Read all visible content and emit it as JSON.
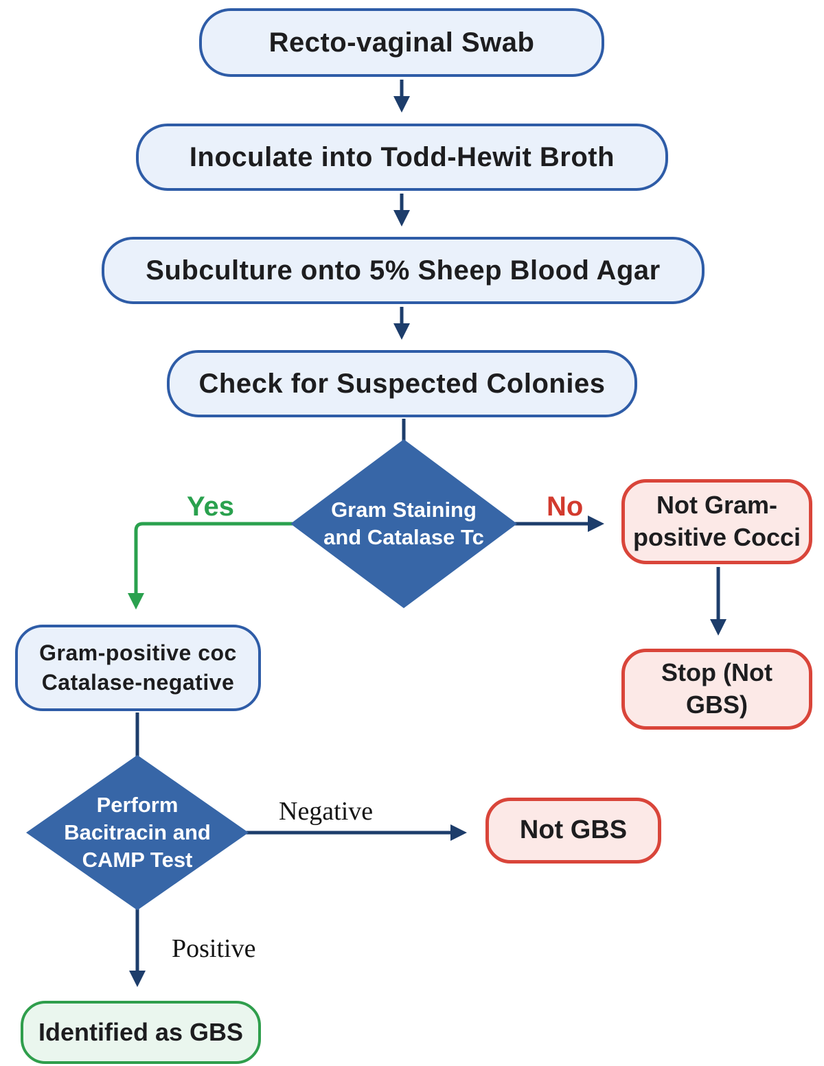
{
  "nodes": {
    "swab": {
      "label": "Recto-vaginal Swab"
    },
    "broth": {
      "label": "Inoculate into Todd-Hewit Broth"
    },
    "agar": {
      "label": "Subculture onto 5% Sheep Blood Agar"
    },
    "colonies": {
      "label": "Check for Suspected Colonies"
    },
    "gram_diamond": {
      "line1": "Gram Staining",
      "line2": "and Catalase Tc"
    },
    "gram_positive": {
      "line1": "Gram-positive coc",
      "line2": "Catalase-negative"
    },
    "not_gram": {
      "line1": "Not Gram-",
      "line2": "positive Cocci"
    },
    "stop": {
      "line1": "Stop (Not",
      "line2": "GBS)"
    },
    "camp_diamond": {
      "line1": "Perform",
      "line2": "Bacitracin and",
      "line3": "CAMP Test"
    },
    "not_gbs": {
      "label": "Not GBS"
    },
    "identified": {
      "label": "Identified as GBS"
    }
  },
  "edge_labels": {
    "yes": "Yes",
    "no": "No",
    "negative": "Negative",
    "positive": "Positive"
  },
  "edges": [
    {
      "from": "swab",
      "to": "broth",
      "label": ""
    },
    {
      "from": "broth",
      "to": "agar",
      "label": ""
    },
    {
      "from": "agar",
      "to": "colonies",
      "label": ""
    },
    {
      "from": "colonies",
      "to": "gram_diamond",
      "label": ""
    },
    {
      "from": "gram_diamond",
      "to": "gram_positive",
      "label": "Yes"
    },
    {
      "from": "gram_diamond",
      "to": "not_gram",
      "label": "No"
    },
    {
      "from": "not_gram",
      "to": "stop",
      "label": ""
    },
    {
      "from": "gram_positive",
      "to": "camp_diamond",
      "label": ""
    },
    {
      "from": "camp_diamond",
      "to": "not_gbs",
      "label": "Negative"
    },
    {
      "from": "camp_diamond",
      "to": "identified",
      "label": "Positive"
    }
  ],
  "colors": {
    "process_fill": "#eaf1fb",
    "process_border": "#2e5ca7",
    "decision_fill": "#3766a7",
    "decision_text": "#ffffff",
    "alert_fill": "#fce9e7",
    "alert_border": "#d9453a",
    "success_fill": "#eaf6ee",
    "success_border": "#2f9e4c",
    "arrow": "#1d3d6b",
    "yes_label": "#2aa14e",
    "no_label": "#d23a2e",
    "node_text": "#1d1d1f"
  }
}
